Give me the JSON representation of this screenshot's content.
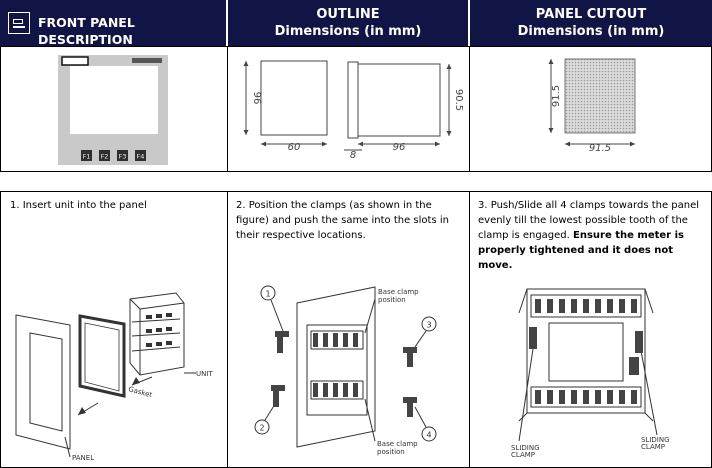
{
  "header": {
    "col1_title": "FRONT PANEL DESCRIPTION",
    "col2_title_line1": "OUTLINE",
    "col2_title_line2": "Dimensions (in mm)",
    "col3_title_line1": "PANEL CUTOUT",
    "col3_title_line2": "Dimensions (in mm)"
  },
  "front_panel": {
    "keys": [
      "F1",
      "F2",
      "F3",
      "F4"
    ]
  },
  "outline": {
    "height_label": "96",
    "width_label": "60",
    "side_height_label": "90.5",
    "depth_label": "96",
    "flange_label": "8"
  },
  "cutout": {
    "height_label": "91.5",
    "width_label": "91.5"
  },
  "steps": [
    {
      "text": "1.  Insert unit into the panel",
      "labels": {
        "gasket": "Gasket",
        "unit": "UNIT",
        "panel": "PANEL"
      }
    },
    {
      "text": "2.  Position the clamps (as shown in the figure) and push the same into the slots in their respective locations.",
      "labels": {
        "base_top_1": "Base clamp",
        "base_top_2": "position",
        "base_bottom_1": "Base clamp",
        "base_bottom_2": "position",
        "n1": "1",
        "n2": "2",
        "n3": "3",
        "n4": "4"
      }
    },
    {
      "text": "3.  Push/Slide all 4 clamps towards the panel evenly till the lowest possible tooth of the clamp is engaged.",
      "bold_text": "Ensure the meter is properly tightened and it does not move.",
      "labels": {
        "left_1": "SLIDING",
        "left_2": "CLAMP",
        "right_1": "SLIDING",
        "right_2": "CLAMP"
      }
    }
  ]
}
